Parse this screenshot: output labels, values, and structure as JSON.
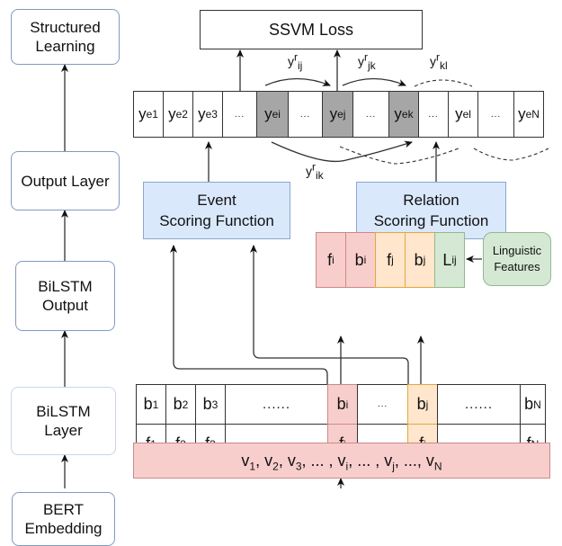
{
  "stages": [
    {
      "id": "structured-learning",
      "line1": "Structured",
      "line2": "Learning"
    },
    {
      "id": "output-layer",
      "line1": "Output Layer",
      "line2": ""
    },
    {
      "id": "bilstm-output",
      "line1": "BiLSTM",
      "line2": "Output"
    },
    {
      "id": "bilstm-layer",
      "line1": "BiLSTM",
      "line2": "Layer"
    },
    {
      "id": "bert-embedding",
      "line1": "BERT",
      "line2": "Embedding"
    }
  ],
  "ssvm_loss": "SSVM Loss",
  "event_scoring": {
    "line1": "Event",
    "line2": "Scoring Function"
  },
  "relation_scoring": {
    "line1": "Relation",
    "line2": "Scoring Function"
  },
  "linguistic_features": {
    "line1": "Linguistic",
    "line2": "Features"
  },
  "output_cells": [
    {
      "base": "y",
      "sup": "e",
      "sub": "1",
      "shaded": false
    },
    {
      "base": "y",
      "sup": "e",
      "sub": "2",
      "shaded": false
    },
    {
      "base": "y",
      "sup": "e",
      "sub": "3",
      "shaded": false
    },
    {
      "base": "...",
      "sup": "",
      "sub": "",
      "shaded": false
    },
    {
      "base": "y",
      "sup": "e",
      "sub": "i",
      "shaded": true
    },
    {
      "base": "...",
      "sup": "",
      "sub": "",
      "shaded": false
    },
    {
      "base": "y",
      "sup": "e",
      "sub": "j",
      "shaded": true
    },
    {
      "base": "...",
      "sup": "",
      "sub": "",
      "shaded": false
    },
    {
      "base": "y",
      "sup": "e",
      "sub": "k",
      "shaded": true
    },
    {
      "base": "...",
      "sup": "",
      "sub": "",
      "shaded": false
    },
    {
      "base": "y",
      "sup": "e",
      "sub": "l",
      "shaded": false
    },
    {
      "base": "...",
      "sup": "",
      "sub": "",
      "shaded": false
    },
    {
      "base": "y",
      "sup": "e",
      "sub": "N",
      "shaded": false
    }
  ],
  "relation_labels": [
    {
      "id": "ij",
      "base": "y",
      "sup": "r",
      "sub": "ij"
    },
    {
      "id": "jk",
      "base": "y",
      "sup": "r",
      "sub": "jk"
    },
    {
      "id": "kl",
      "base": "y",
      "sup": "r",
      "sub": "kl"
    },
    {
      "id": "ik",
      "base": "y",
      "sup": "r",
      "sub": "ik"
    }
  ],
  "feature_cells": [
    {
      "base": "f",
      "sub": "i",
      "color": "red"
    },
    {
      "base": "b",
      "sub": "i",
      "color": "red"
    },
    {
      "base": "f",
      "sub": "j",
      "color": "orange"
    },
    {
      "base": "b",
      "sub": "j",
      "color": "orange"
    },
    {
      "base": "L",
      "sub": "ij",
      "color": "green"
    }
  ],
  "bilstm_backward": [
    {
      "base": "b",
      "sub": "1"
    },
    {
      "base": "b",
      "sub": "2"
    },
    {
      "base": "b",
      "sub": "3"
    },
    {
      "base": "......",
      "sub": ""
    },
    {
      "base": "b",
      "sub": "i"
    },
    {
      "base": "...",
      "sub": ""
    },
    {
      "base": "b",
      "sub": "j"
    },
    {
      "base": "......",
      "sub": ""
    },
    {
      "base": "b",
      "sub": "N"
    }
  ],
  "bilstm_forward": [
    {
      "base": "f",
      "sub": "1"
    },
    {
      "base": "f",
      "sub": "2"
    },
    {
      "base": "f",
      "sub": "3"
    },
    {
      "base": "......",
      "sub": ""
    },
    {
      "base": "f",
      "sub": "i"
    },
    {
      "base": "...",
      "sub": ""
    },
    {
      "base": "f",
      "sub": "j"
    },
    {
      "base": "......",
      "sub": ""
    },
    {
      "base": "f",
      "sub": "N"
    }
  ],
  "embedding_sequence": [
    {
      "base": "v",
      "sub": "1"
    },
    {
      "base": ", ",
      "sub": ""
    },
    {
      "base": "v",
      "sub": "2"
    },
    {
      "base": ", ",
      "sub": ""
    },
    {
      "base": "v",
      "sub": "3"
    },
    {
      "base": ", ... , ",
      "sub": ""
    },
    {
      "base": "v",
      "sub": "i"
    },
    {
      "base": ", ... , ",
      "sub": ""
    },
    {
      "base": "v",
      "sub": "j"
    },
    {
      "base": ", ..., ",
      "sub": ""
    },
    {
      "base": "v",
      "sub": "N"
    }
  ],
  "colors": {
    "stage_border": "#7f9bc0",
    "scoring_fill": "#dae8fc",
    "scoring_border": "#8ca7cc",
    "red_fill": "#f8cecc",
    "red_border": "#c98a88",
    "orange_fill": "#ffe6cc",
    "orange_border": "#e0a93c",
    "green_fill": "#d5e8d4",
    "green_border": "#92b98c",
    "gray_fill": "#a6a6a6",
    "line": "#333333"
  }
}
